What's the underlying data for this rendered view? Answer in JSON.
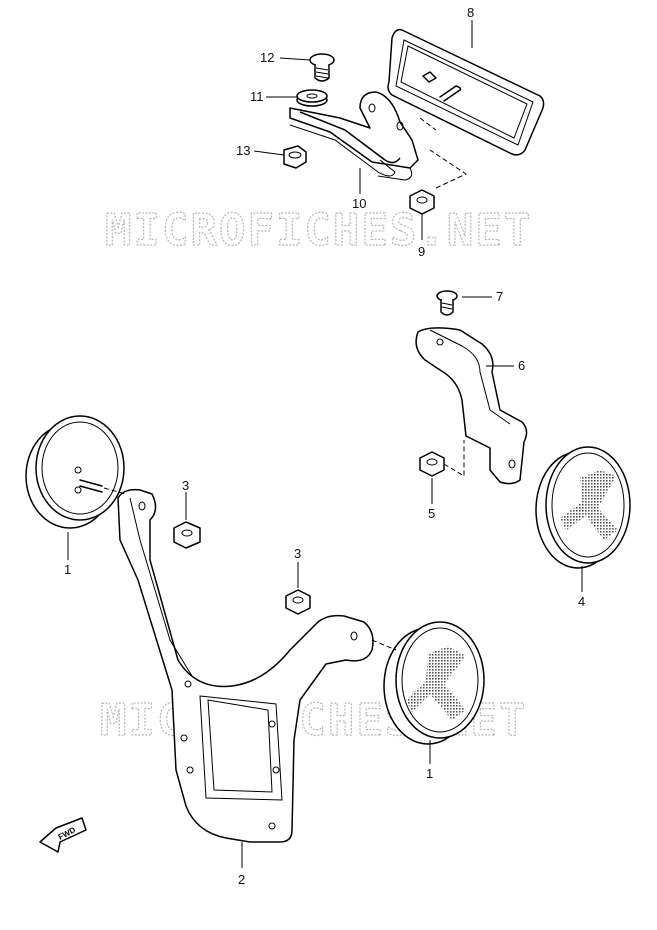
{
  "watermark": {
    "text": "MICROFICHES.NET"
  },
  "fwd_label": "FWD",
  "callouts": {
    "p1_left": "1",
    "p1_right": "1",
    "p2": "2",
    "p3_upper": "3",
    "p3_lower": "3",
    "p4": "4",
    "p5": "5",
    "p6": "6",
    "p7": "7",
    "p8": "8",
    "p9": "9",
    "p10": "10",
    "p11": "11",
    "p12": "12",
    "p13": "13"
  }
}
